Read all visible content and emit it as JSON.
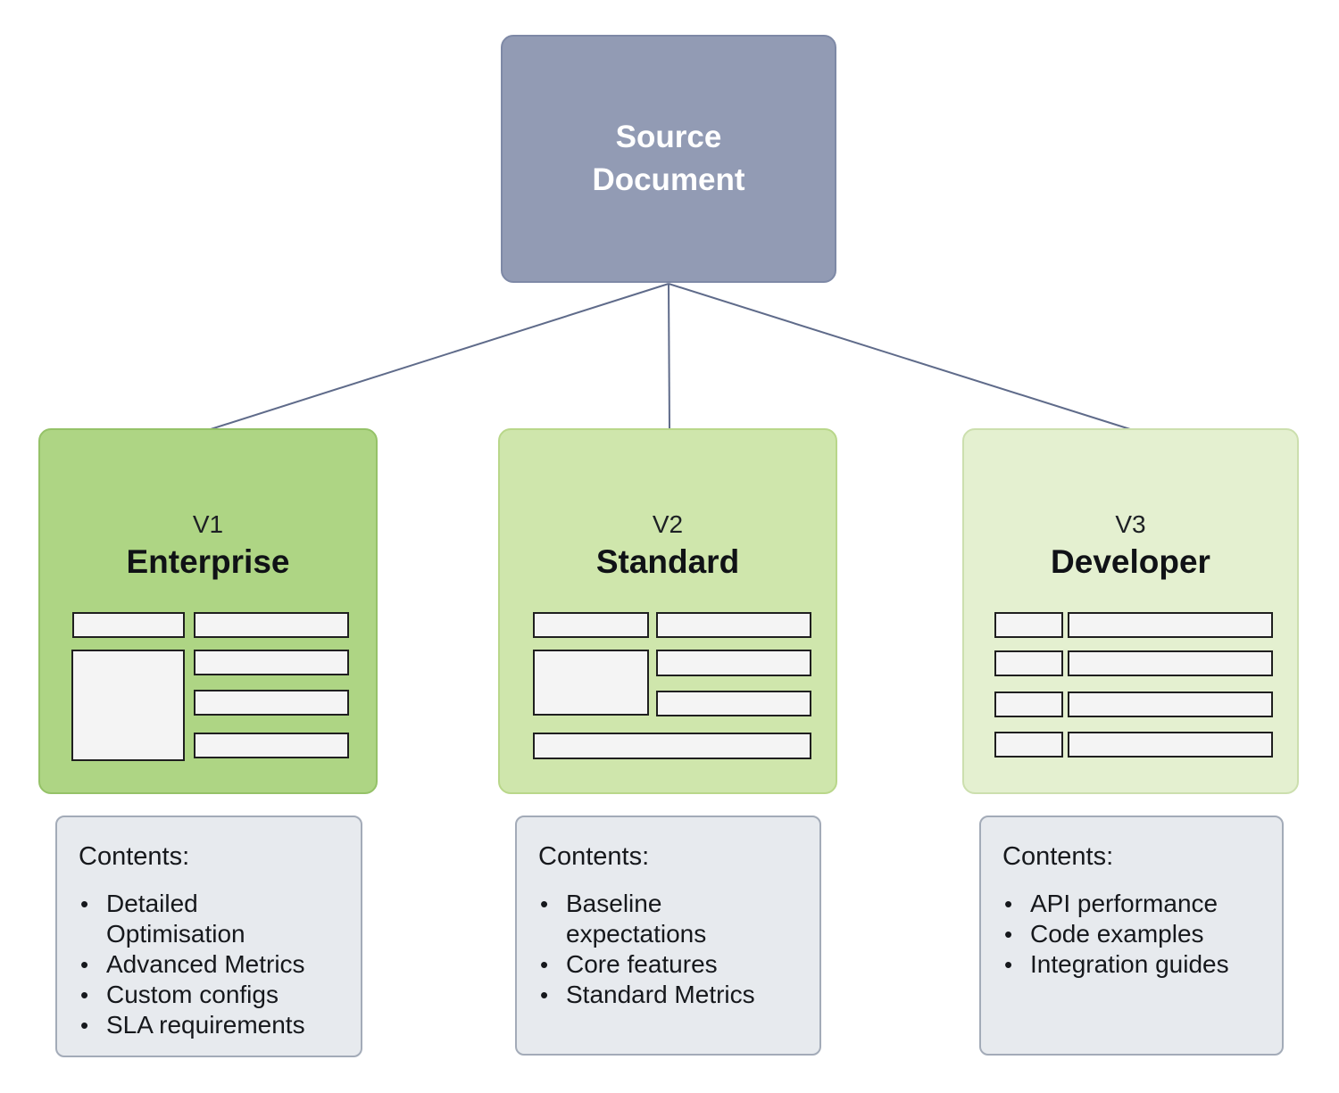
{
  "root_node": {
    "title": "Source Document"
  },
  "versions": [
    {
      "version_label": "V1",
      "name": "Enterprise",
      "fill": "#aed584",
      "border": "#95c268",
      "contents_title": "Contents:",
      "bullets": [
        "Detailed Optimisation",
        "Advanced Metrics",
        "Custom configs",
        "SLA requirements"
      ]
    },
    {
      "version_label": "V2",
      "name": "Standard",
      "fill": "#cfe6ac",
      "border": "#b9d78a",
      "contents_title": "Contents:",
      "bullets": [
        "Baseline expectations",
        "Core features",
        "Standard Metrics"
      ]
    },
    {
      "version_label": "V3",
      "name": "Developer",
      "fill": "#e4f0d0",
      "border": "#ccdfae",
      "contents_title": "Contents:",
      "bullets": [
        "API performance",
        "Code examples",
        "Integration guides"
      ]
    }
  ],
  "colors": {
    "root_fill": "#929bb4",
    "root_border": "#7e89a6",
    "root_text": "#ffffff",
    "connector": "#5f6b8a",
    "thumbnail_fill": "#f4f4f4",
    "thumbnail_border": "#1f1f1f",
    "contents_fill": "#e7eaee",
    "contents_border": "#a3abb8",
    "text": "#16181c"
  }
}
